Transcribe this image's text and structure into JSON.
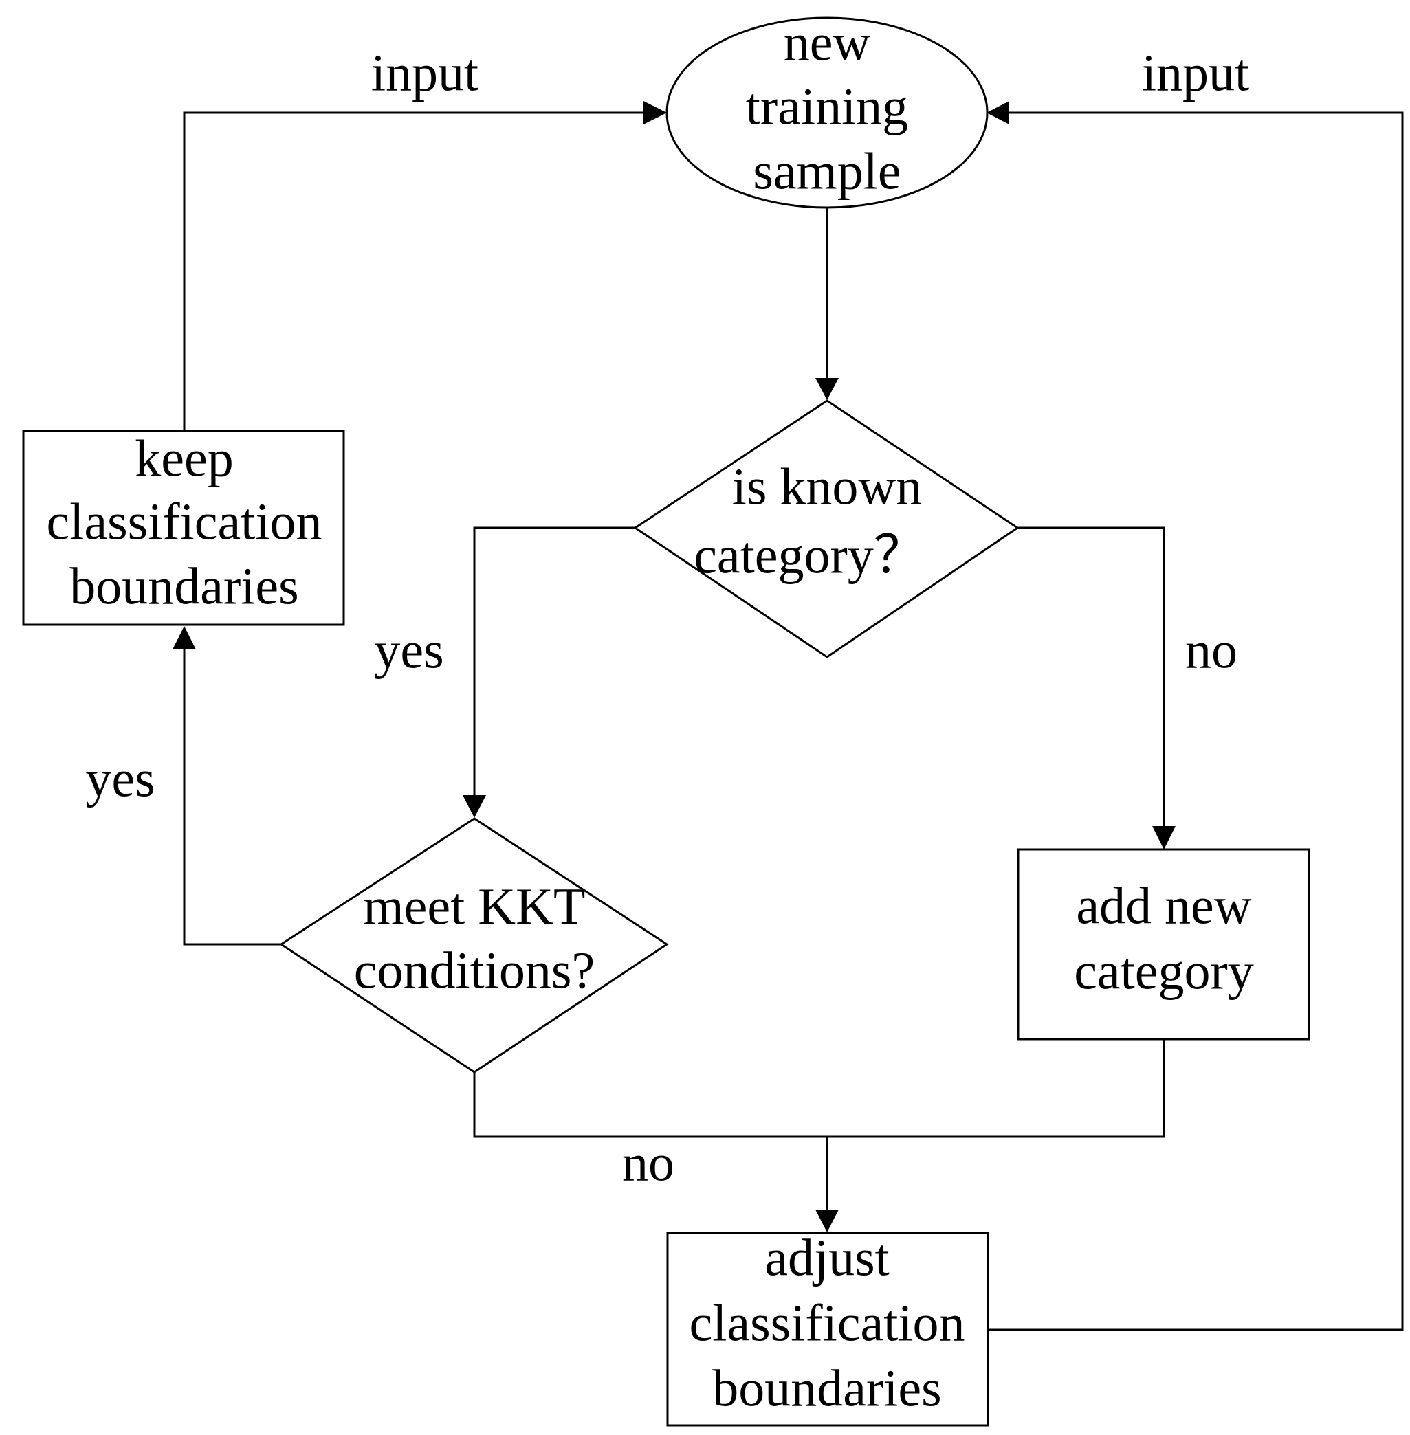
{
  "nodes": {
    "start": {
      "lines": [
        "new",
        "training",
        "sample"
      ]
    },
    "known_category": {
      "lines": [
        "is known",
        "category？"
      ]
    },
    "meet_kkt": {
      "lines": [
        "meet KKT",
        "conditions?"
      ]
    },
    "keep_boundaries": {
      "lines": [
        "keep",
        "classification",
        "boundaries"
      ]
    },
    "add_category": {
      "lines": [
        "add new",
        "category"
      ]
    },
    "adjust_boundaries": {
      "lines": [
        "adjust",
        "classification",
        "boundaries"
      ]
    }
  },
  "edge_labels": {
    "input_left": "input",
    "input_right": "input",
    "known_yes": "yes",
    "known_no": "no",
    "kkt_yes": "yes",
    "kkt_no": "no"
  }
}
